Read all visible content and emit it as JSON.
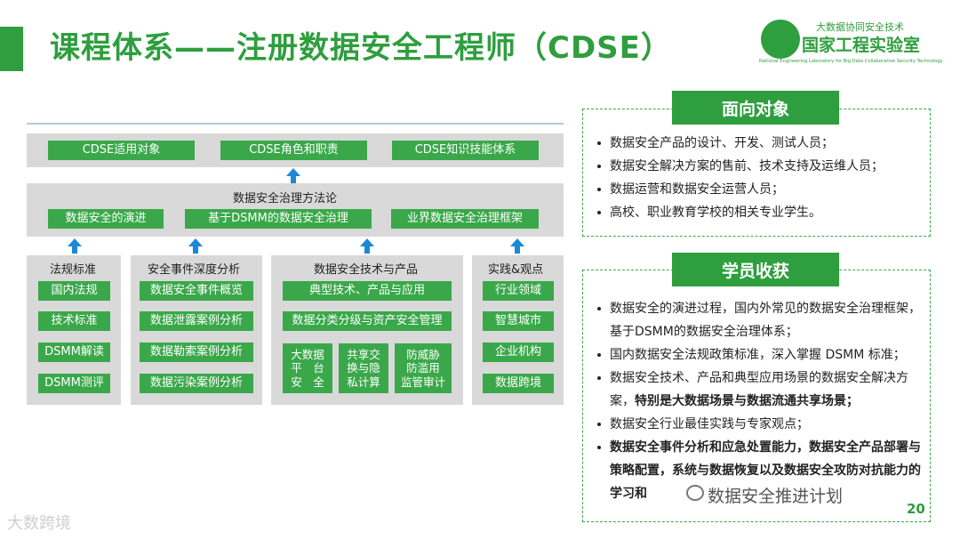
{
  "title": "课程体系——注册数据安全工程师（CDSE）",
  "logo": {
    "sub": "大数据协同安全技术",
    "main": "国家工程实验室",
    "english": "National Engineering Laboratory for Big Data Collaborative Security Technology"
  },
  "diagram": {
    "top_boxes": [
      "CDSE适用对象",
      "CDSE角色和职责",
      "CDSE知识技能体系"
    ],
    "methodology": {
      "header": "数据安全治理方法论",
      "boxes": [
        "数据安全的演进",
        "基于DSMM的数据安全治理",
        "业界数据安全治理框架"
      ]
    },
    "col1": {
      "header": "法规标准",
      "items": [
        "国内法规",
        "技术标准",
        "DSMM解读",
        "DSMM测评"
      ]
    },
    "col2": {
      "header": "安全事件深度分析",
      "items": [
        "数据安全事件概览",
        "数据泄露案例分析",
        "数据勒索案例分析",
        "数据污染案例分析"
      ]
    },
    "col3": {
      "header": "数据安全技术与产品",
      "items": [
        "典型技术、产品与应用",
        "数据分类分级与资产安全管理"
      ],
      "small": [
        "大数据\n平　台\n安　全",
        "共享交\n换与隐\n私计算",
        "防威胁\n防滥用\n监管审计"
      ]
    },
    "col4": {
      "header": "实践&观点",
      "items": [
        "行业领域",
        "智慧城市",
        "企业机构",
        "数据跨境"
      ]
    }
  },
  "audience": {
    "title": "面向对象",
    "items": [
      "数据安全产品的设计、开发、测试人员；",
      "数据安全解决方案的售前、技术支持及运维人员；",
      "数据运营和数据安全运营人员；",
      "高校、职业教育学校的相关专业学生。"
    ]
  },
  "gains": {
    "title": "学员收获",
    "items": [
      {
        "text": "数据安全的演进过程，国内外常见的数据安全治理框架，基于DSMM的数据安全治理体系；",
        "bold": ""
      },
      {
        "text": "国内数据安全法规政策标准，深入掌握 DSMM 标准；",
        "bold": ""
      },
      {
        "text": "数据安全技术、产品和典型应用场景的数据安全解决方案，",
        "bold": "特别是大数据场景与数据流通共享场景；"
      },
      {
        "text": "数据安全行业最佳实践与专家观点；",
        "bold": ""
      },
      {
        "text": "",
        "bold": "数据安全事件分析和应急处置能力，数据安全产品部署与策略配置，系统与数据恢复以及数据安全攻防对抗能力的学习和"
      }
    ]
  },
  "page_number": "20",
  "watermarks": {
    "left": "大数跨境",
    "right": "数据安全推进计划"
  },
  "colors": {
    "accent_green": "#2e9e3e",
    "box_green": "#3aa84a",
    "band_gray": "#d9d9d9",
    "arrow_blue": "#1e88d8"
  }
}
